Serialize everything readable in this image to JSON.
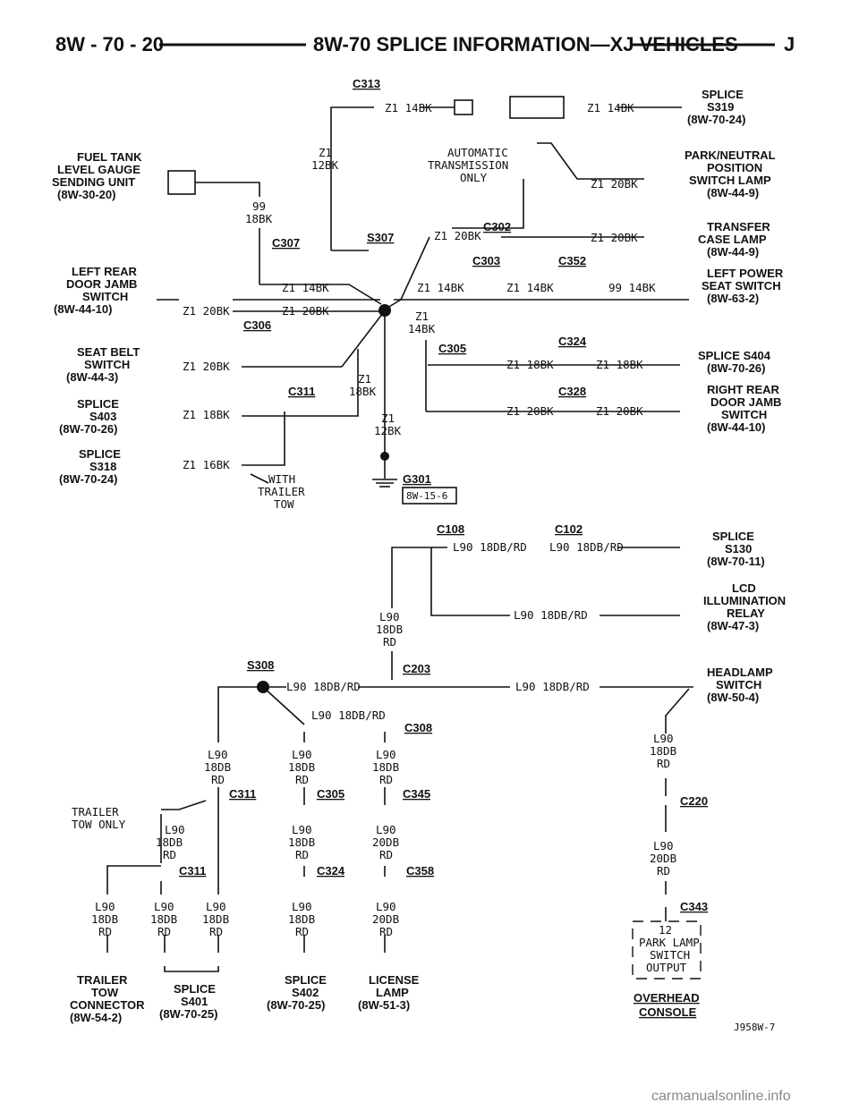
{
  "header": {
    "page_number": "8W - 70 - 20",
    "title": "8W-70 SPLICE INFORMATION—XJ VEHICLES",
    "section_letter": "J"
  },
  "top": {
    "c313": "C313",
    "wire_z1_14bk": "Z1 14BK",
    "splice_s319": [
      "SPLICE",
      "S319",
      "(8W-70-24)"
    ],
    "fuel_tank": [
      "FUEL TANK",
      "LEVEL GAUGE",
      "SENDING UNIT",
      "(8W-30-20)"
    ],
    "z1_12bk": [
      "Z1",
      "12BK"
    ],
    "auto_trans": [
      "AUTOMATIC",
      "TRANSMISSION",
      "ONLY"
    ],
    "park_neutral": [
      "PARK/NEUTRAL",
      "POSITION",
      "SWITCH LAMP",
      "(8W-44-9)"
    ],
    "wire_99_18bk": [
      "99",
      "18BK"
    ],
    "wire_z1_20bk": "Z1 20BK",
    "c302": "C302",
    "c307": "C307",
    "s307": "S307",
    "transfer_case": [
      "TRANSFER",
      "CASE LAMP",
      "(8W-44-9)"
    ],
    "c303": "C303",
    "c352": "C352",
    "left_rear": [
      "LEFT REAR",
      "DOOR JAMB",
      "SWITCH",
      "(8W-44-10)"
    ],
    "left_power": [
      "LEFT POWER",
      "SEAT SWITCH",
      "(8W-63-2)"
    ],
    "wire_99_14bk": "99 14BK",
    "c306": "C306",
    "z1_14bk_v": [
      "Z1",
      "14BK"
    ],
    "seat_belt": [
      "SEAT BELT",
      "SWITCH",
      "(8W-44-3)"
    ],
    "c305": "C305",
    "c324": "C324",
    "wire_z1_18bk": "Z1 18BK",
    "splice_s404": [
      "SPLICE S404",
      "(8W-70-26)"
    ],
    "c311": "C311",
    "z1_18bk_v": [
      "Z1",
      "18BK"
    ],
    "c328": "C328",
    "right_rear": [
      "RIGHT REAR",
      "DOOR JAMB",
      "SWITCH",
      "(8W-44-10)"
    ],
    "splice_s403": [
      "SPLICE",
      "S403",
      "(8W-70-26)"
    ],
    "z1_12bk_low": [
      "Z1",
      "12BK"
    ],
    "splice_s318": [
      "SPLICE",
      "S318",
      "(8W-70-24)"
    ],
    "wire_z1_16bk": "Z1 16BK",
    "with_trailer": [
      "WITH",
      "TRAILER",
      "TOW"
    ],
    "g301": "G301",
    "g301_ref": "8W-15-6"
  },
  "bottom": {
    "c108": "C108",
    "c102": "C102",
    "wire_l90": "L90 18DB/RD",
    "splice_s130": [
      "SPLICE",
      "S130",
      "(8W-70-11)"
    ],
    "lcd_relay": [
      "LCD",
      "ILLUMINATION",
      "RELAY",
      "(8W-47-3)"
    ],
    "l90_stack": [
      "L90",
      "18DB",
      "RD"
    ],
    "l90_20db": [
      "L90",
      "20DB",
      "RD"
    ],
    "s308": "S308",
    "c203": "C203",
    "headlamp": [
      "HEADLAMP",
      "SWITCH",
      "(8W-50-4)"
    ],
    "c308": "C308",
    "c311": "C311",
    "c305": "C305",
    "c345": "C345",
    "c220": "C220",
    "trailer_tow_only": [
      "TRAILER",
      "TOW ONLY"
    ],
    "c324": "C324",
    "c358": "C358",
    "c343": "C343",
    "overhead_box": [
      "12",
      "PARK LAMP",
      "SWITCH",
      "OUTPUT"
    ],
    "trailer_conn": [
      "TRAILER",
      "TOW",
      "CONNECTOR",
      "(8W-54-2)"
    ],
    "splice_s401": [
      "SPLICE",
      "S401",
      "(8W-70-25)"
    ],
    "splice_s402": [
      "SPLICE",
      "S402",
      "(8W-70-25)"
    ],
    "license_lamp": [
      "LICENSE",
      "LAMP",
      "(8W-51-3)"
    ],
    "overhead_console": [
      "OVERHEAD",
      "CONSOLE"
    ],
    "figure_id": "J958W-7"
  },
  "watermark": "carmanualsonline.info"
}
